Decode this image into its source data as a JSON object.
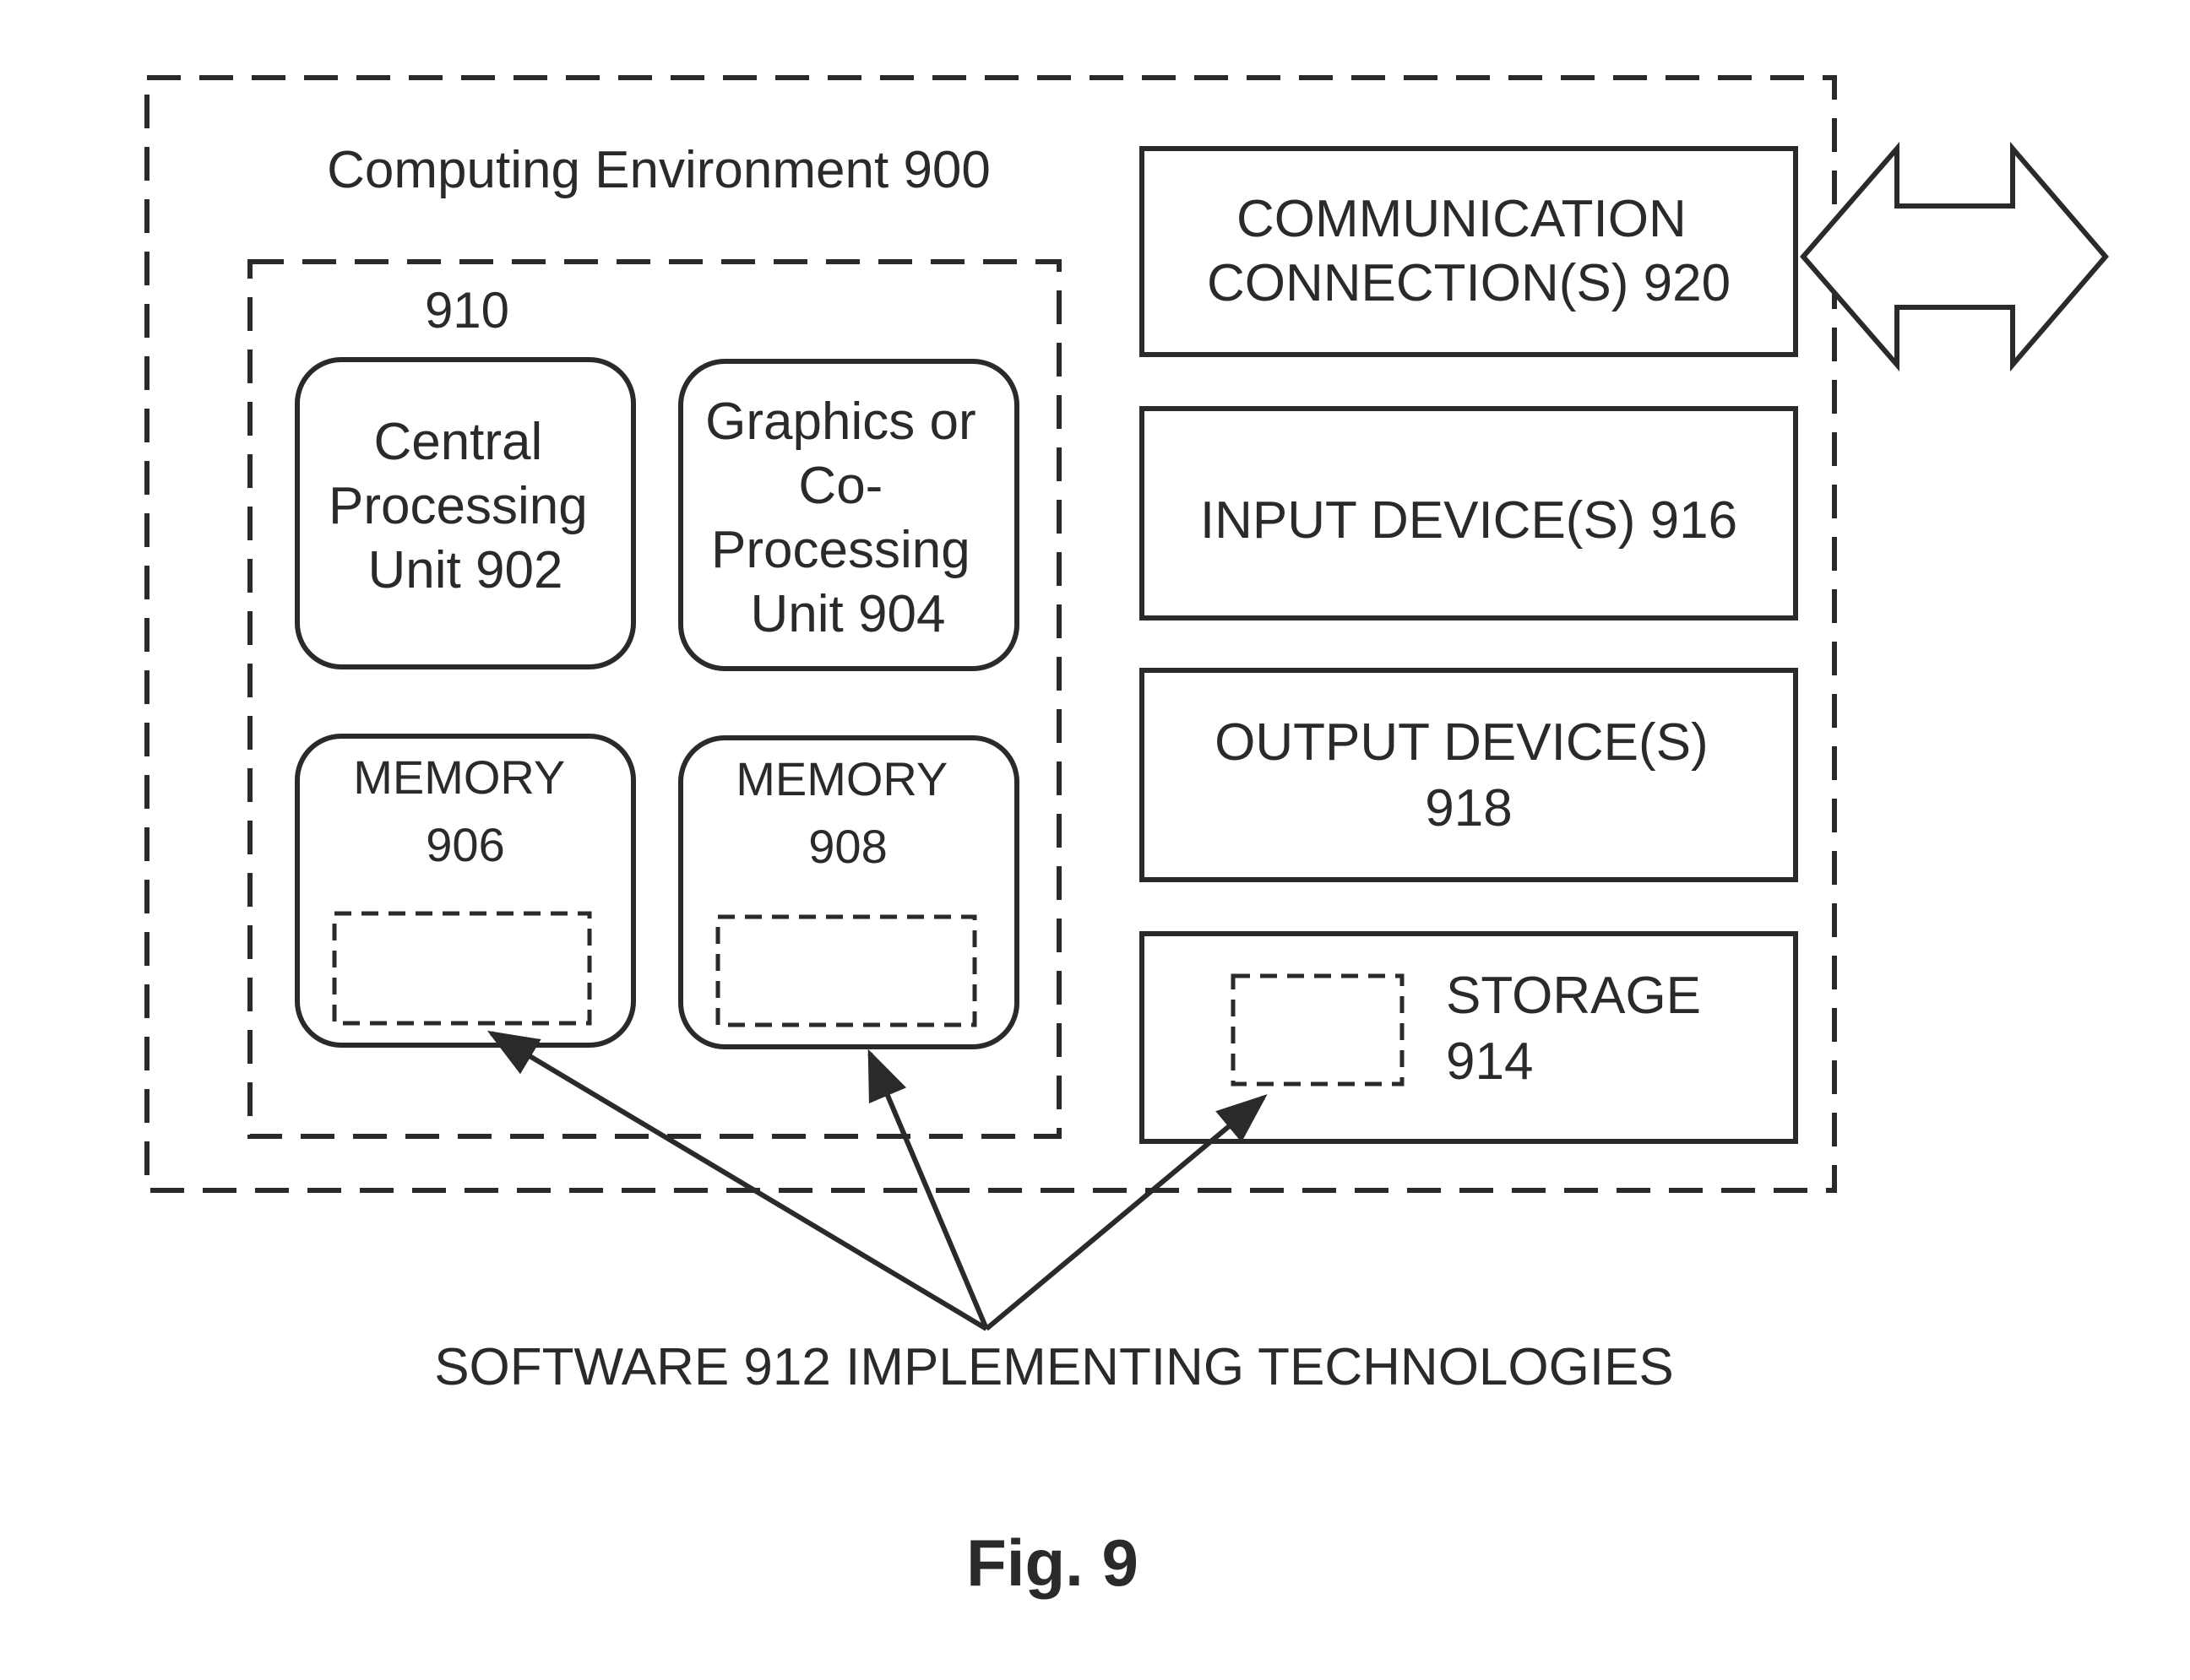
{
  "figure": {
    "caption": "Fig. 9"
  },
  "environment": {
    "label": "Computing Environment 900"
  },
  "processing_group": {
    "label": "910"
  },
  "units": {
    "cpu": [
      "Central",
      "Processing",
      "Unit 902"
    ],
    "gpu": [
      "Graphics or",
      "Co-",
      "Processing",
      "Unit 904"
    ],
    "memory_906": [
      "MEMORY",
      "906"
    ],
    "memory_908": [
      "MEMORY",
      "908"
    ]
  },
  "devices": {
    "communication": [
      "COMMUNICATION",
      "CONNECTION(S) 920"
    ],
    "input": "INPUT DEVICE(S) 916",
    "output": [
      "OUTPUT DEVICE(S)",
      "918"
    ],
    "storage": [
      "STORAGE",
      "914"
    ]
  },
  "software": {
    "label": "SOFTWARE 912 IMPLEMENTING TECHNOLOGIES"
  }
}
